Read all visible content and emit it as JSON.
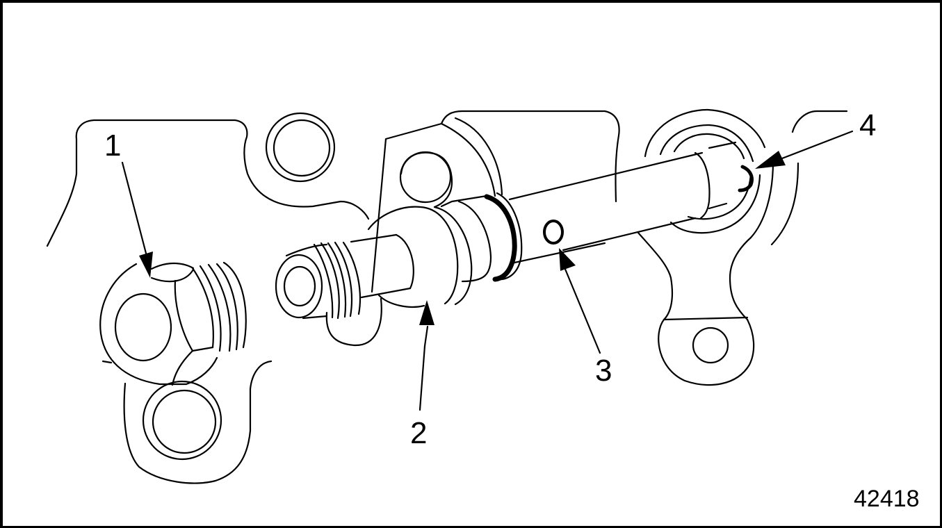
{
  "figure": {
    "id_number": "42418",
    "type": "exploded parts line illustration",
    "colors": {
      "ink": "#000000",
      "background": "#ffffff"
    }
  },
  "callouts": [
    {
      "number": "1",
      "target": "plug-with-hex-head-and-threads"
    },
    {
      "number": "2",
      "target": "shaft-shoulder"
    },
    {
      "number": "3",
      "target": "hole-in-shaft"
    },
    {
      "number": "4",
      "target": "retaining-ring-at-shaft-end"
    }
  ]
}
